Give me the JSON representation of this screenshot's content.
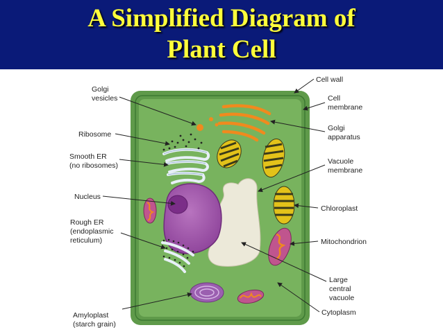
{
  "title": {
    "line1": "A Simplified Diagram of",
    "line2": "Plant Cell"
  },
  "labels": {
    "golgi_vesicles": [
      "Golgi",
      "vesicles"
    ],
    "ribosome": [
      "Ribosome"
    ],
    "smooth_er": [
      "Smooth ER",
      "(no ribosomes)"
    ],
    "nucleus": [
      "Nucleus"
    ],
    "rough_er": [
      "Rough ER",
      "(endoplasmic",
      "reticulum)"
    ],
    "amyloplast": [
      "Amyloplast",
      "(starch grain)"
    ],
    "cell_wall": [
      "Cell wall"
    ],
    "cell_membrane": [
      "Cell",
      "membrane"
    ],
    "golgi_apparatus": [
      "Golgi",
      "apparatus"
    ],
    "vacuole_membrane": [
      "Vacuole",
      "membrane"
    ],
    "chloroplast": [
      "Chloroplast"
    ],
    "mitochondrion": [
      "Mitochondrion"
    ],
    "large_central_vacuole": [
      "Large",
      "central",
      "vacuole"
    ],
    "cytoplasm": [
      "Cytoplasm"
    ]
  },
  "colors": {
    "title_bg": "#0a1a78",
    "title_text": "#ffff3b",
    "cell_wall": "#5f9a4a",
    "cytoplasm": "#78b35e",
    "nucleus": "#9b4fa6",
    "vacuole": "#ece9d9",
    "golgi": "#f08a1e",
    "chloroplast": "#e3c21a",
    "mitochondrion": "#c0558e"
  }
}
